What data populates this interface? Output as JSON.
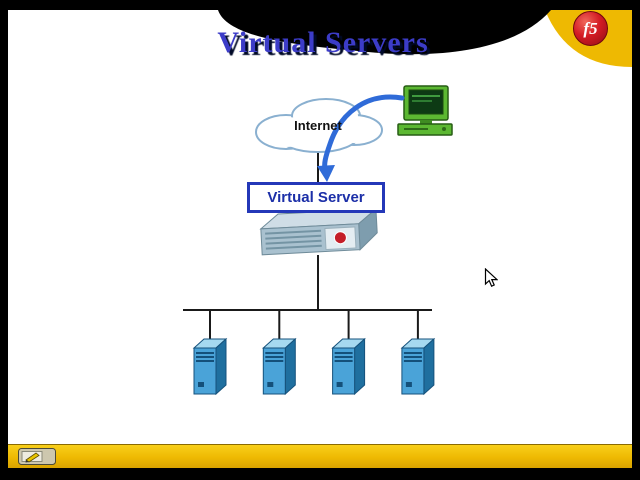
{
  "slide": {
    "title": "Virtual Servers"
  },
  "logo": {
    "text": "f5"
  },
  "diagram": {
    "internet_label": "Internet",
    "virtual_server_label": "Virtual Server",
    "server_count": 4
  },
  "colors": {
    "accent_yellow": "#eeb902",
    "title_blue": "#3c3cc8",
    "logo_red": "#c41e28",
    "arrow_blue": "#2f6bd8",
    "box_border_blue": "#2438b8",
    "server_front_blue": "#4aa3d8",
    "background_black": "#000000",
    "slide_white": "#ffffff"
  }
}
